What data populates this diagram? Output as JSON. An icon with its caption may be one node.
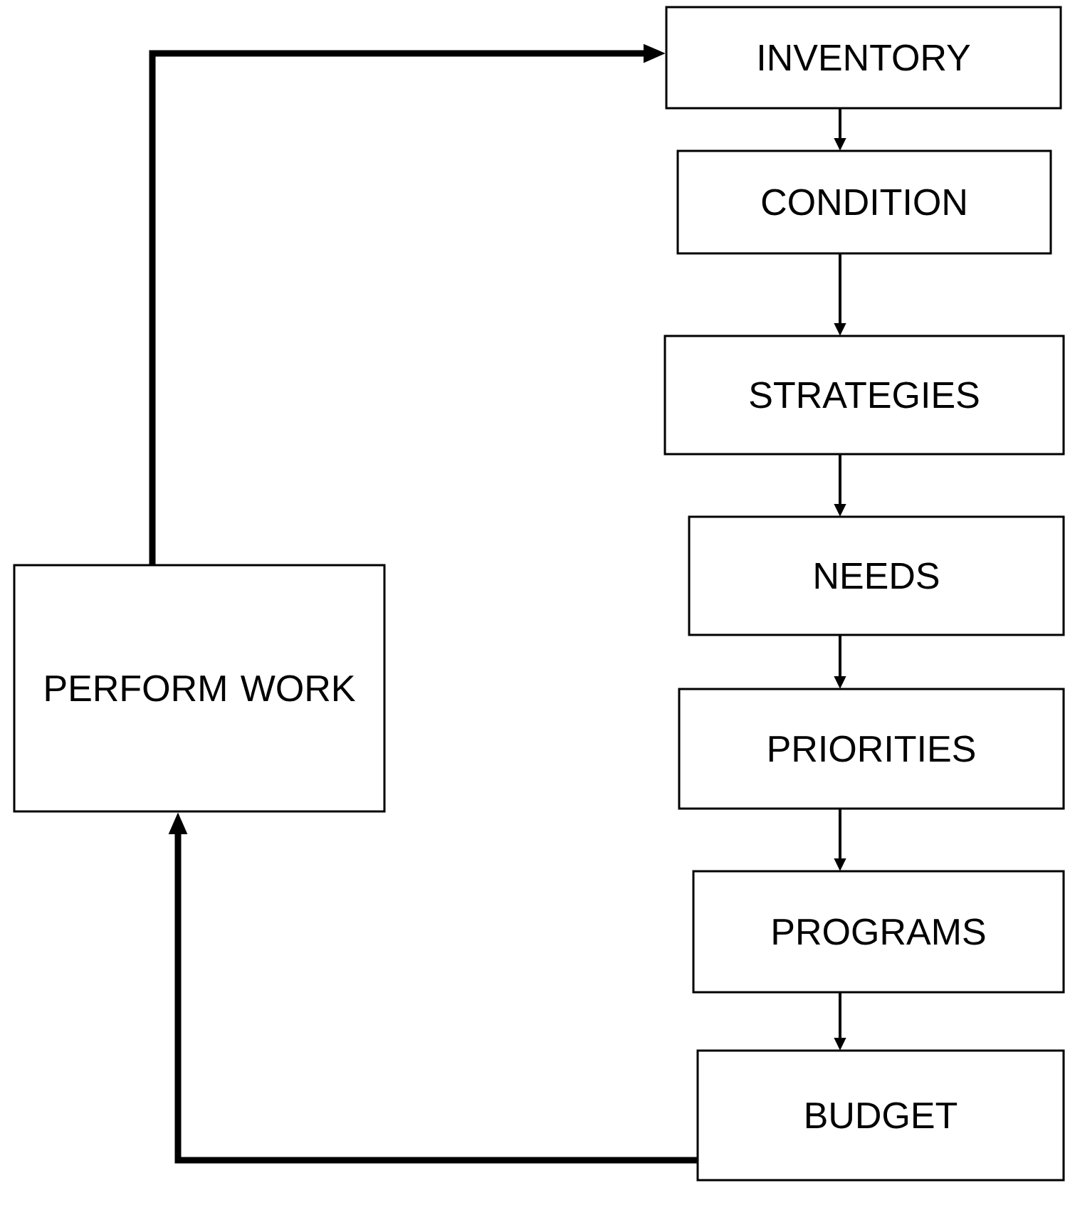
{
  "diagram": {
    "nodes": [
      {
        "text": [
          "INVENTORY"
        ]
      },
      {
        "text": [
          "CONDITION"
        ]
      },
      {
        "text": [
          "STRATEGIES"
        ]
      },
      {
        "text": [
          "NEEDS"
        ]
      },
      {
        "text": [
          "PRIORITIES"
        ]
      },
      {
        "text": [
          "PROGRAMS"
        ]
      },
      {
        "text": [
          "BUDGET"
        ]
      },
      {
        "text": [
          "PERFORM WORK"
        ]
      }
    ],
    "edges": [
      {
        "from": 7,
        "to": 0,
        "arrow": "to",
        "style": "thick"
      },
      {
        "from": 0,
        "to": 1,
        "arrow": "to"
      },
      {
        "from": 1,
        "to": 2,
        "arrow": "to"
      },
      {
        "from": 2,
        "to": 3,
        "arrow": "to"
      },
      {
        "from": 3,
        "to": 4,
        "arrow": "to"
      },
      {
        "from": 4,
        "to": 5,
        "arrow": "to"
      },
      {
        "from": 5,
        "to": 6,
        "arrow": "to"
      },
      {
        "from": 6,
        "to": 7,
        "arrow": "to",
        "style": "thick"
      }
    ]
  }
}
